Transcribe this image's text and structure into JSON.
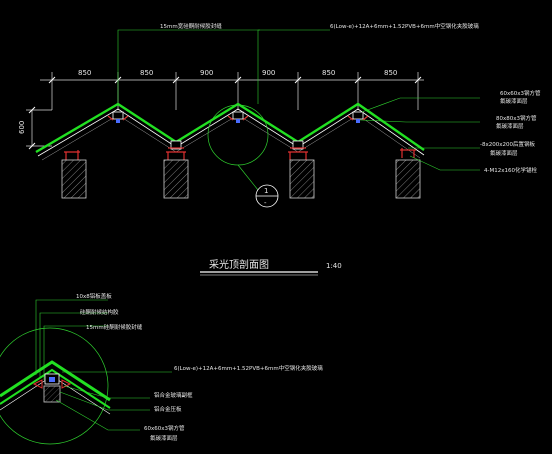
{
  "top_section": {
    "notes": {
      "gasket_note": "15mm宽硅酮耐候胶封缝",
      "glass_spec": "6(Low-e)+12A+6mm+1.52PVB+6mm中空钢化夹胶玻璃",
      "steel_tube_60": "60x60x3钢方管",
      "steel_tube_60_treatment": "氟碳漆面层",
      "steel_tube_80": "80x80x3钢方管",
      "steel_tube_80_treatment": "氟碳漆面层",
      "embed_plate": "-8x200x200后置钢板",
      "embed_plate_treatment": "氟碳漆面层",
      "anchor_bolts": "4-M12x160化学锚栓"
    },
    "dimensions": {
      "spans": [
        "850",
        "850",
        "900",
        "900",
        "850",
        "850"
      ],
      "height": "600"
    },
    "detail_callout": {
      "number": "1",
      "sheet": "-"
    }
  },
  "section_title": {
    "name": "采光顶剖面图",
    "scale": "1:40"
  },
  "detail_section": {
    "notes": {
      "aluminum_cover": "10x8铝板盖板",
      "silicone_sealant": "硅酮耐候结构胶",
      "gasket_note": "15mm硅酮耐候胶封缝",
      "glass_spec": "6(Low-e)+12A+6mm+1.52PVB+6mm中空钢化夹胶玻璃",
      "alloy_clip": "铝合金玻璃副框",
      "alloy_bar": "铝合金压板",
      "steel_tube": "60x60x3钢方管",
      "steel_tube_treatment": "氟碳漆面层"
    }
  },
  "colors": {
    "background": "#000000",
    "glass": "#22e022",
    "frame": "#ffffff",
    "leader": "#2fd12f",
    "text": "#e6e6e6",
    "bracket": "#e03030",
    "column": "#cfcfcf",
    "accent_blue": "#4a6cff"
  }
}
